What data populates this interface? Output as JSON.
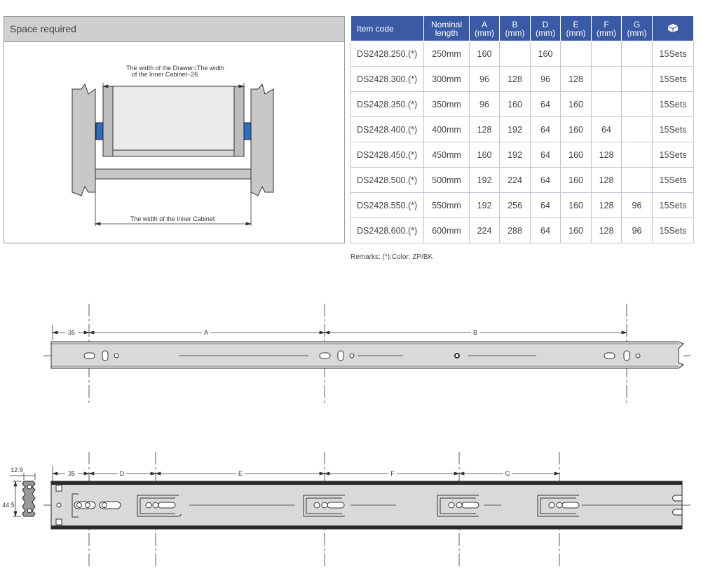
{
  "space_panel": {
    "title": "Space required",
    "drawer_label_line1": "The width of the Drawer=The width",
    "drawer_label_line2": "of the Inner Cabinet−26",
    "cabinet_label": "The width of the Inner Cabinet"
  },
  "spec_table": {
    "headers": {
      "item_code": "Item code",
      "nominal_l1": "Nominal",
      "nominal_l2": "length",
      "a": "A",
      "b": "B",
      "d": "D",
      "e": "E",
      "f": "F",
      "g": "G",
      "unit": "(mm)",
      "package_icon": "box-icon"
    },
    "rows": [
      {
        "code": "DS2428.250.(*)",
        "length": "250mm",
        "a": "160",
        "b": "",
        "d": "160",
        "e": "",
        "f": "",
        "g": "",
        "pack": "15Sets"
      },
      {
        "code": "DS2428.300.(*)",
        "length": "300mm",
        "a": "96",
        "b": "128",
        "d": "96",
        "e": "128",
        "f": "",
        "g": "",
        "pack": "15Sets"
      },
      {
        "code": "DS2428.350.(*)",
        "length": "350mm",
        "a": "96",
        "b": "160",
        "d": "64",
        "e": "160",
        "f": "",
        "g": "",
        "pack": "15Sets"
      },
      {
        "code": "DS2428.400.(*)",
        "length": "400mm",
        "a": "128",
        "b": "192",
        "d": "64",
        "e": "160",
        "f": "64",
        "g": "",
        "pack": "15Sets"
      },
      {
        "code": "DS2428.450.(*)",
        "length": "450mm",
        "a": "160",
        "b": "192",
        "d": "64",
        "e": "160",
        "f": "128",
        "g": "",
        "pack": "15Sets"
      },
      {
        "code": "DS2428.500.(*)",
        "length": "500mm",
        "a": "192",
        "b": "224",
        "d": "64",
        "e": "160",
        "f": "128",
        "g": "",
        "pack": "15Sets"
      },
      {
        "code": "DS2428.550.(*)",
        "length": "550mm",
        "a": "192",
        "b": "256",
        "d": "64",
        "e": "160",
        "f": "128",
        "g": "96",
        "pack": "15Sets"
      },
      {
        "code": "DS2428.600.(*)",
        "length": "600mm",
        "a": "224",
        "b": "288",
        "d": "64",
        "e": "160",
        "f": "128",
        "g": "96",
        "pack": "15Sets"
      }
    ]
  },
  "remarks": "Remarks: (*):Color: ZP/BK",
  "drawing_top": {
    "dim_35": "35",
    "dim_a": "A",
    "dim_b": "B"
  },
  "drawing_bottom": {
    "dim_35": "35",
    "dim_d": "D",
    "dim_e": "E",
    "dim_f": "F",
    "dim_g": "G",
    "dim_width": "12.9",
    "dim_height": "44.5"
  },
  "colors": {
    "header_blue": "#3a5aa6",
    "panel_gray": "#cfcfcf",
    "rail_gray": "#d9d9d9",
    "rail_dark": "#2b2b2b"
  }
}
